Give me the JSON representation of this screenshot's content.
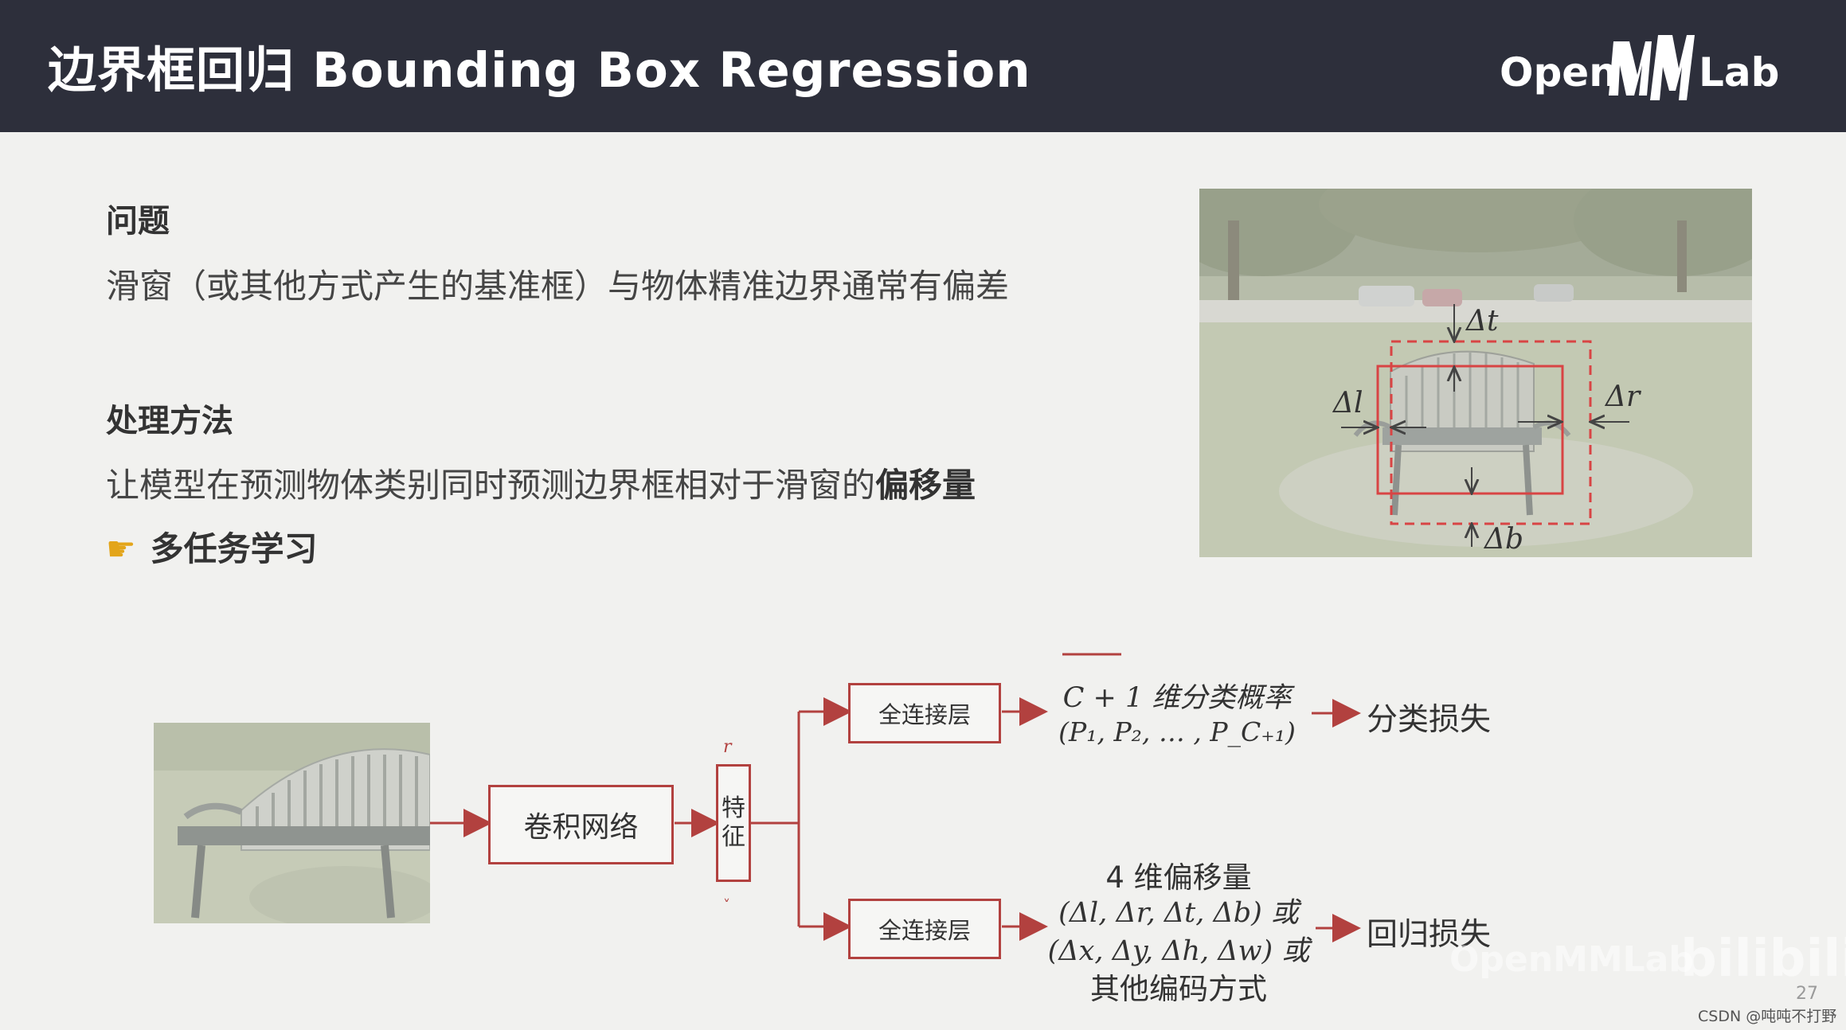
{
  "header": {
    "title": "边界框回归 Bounding Box Regression",
    "logo": {
      "left": "Open",
      "right": "Lab",
      "mark": "MM"
    }
  },
  "problem": {
    "heading": "问题",
    "text": "滑窗（或其他方式产生的基准框）与物体精准边界通常有偏差"
  },
  "method": {
    "heading": "处理方法",
    "text_prefix": "让模型在预测物体类别同时预测边界框相对于滑窗的",
    "text_bold": "偏移量",
    "task": "多任务学习"
  },
  "photo_labels": {
    "dt": "Δt",
    "dl": "Δl",
    "dr": "Δr",
    "db": "Δb"
  },
  "diagram": {
    "cnn": "卷积网络",
    "feature_top": "特",
    "feature_bottom": "征",
    "fc_top": "全连接层",
    "fc_bottom": "全连接层",
    "cls_line1": "C + 1 维分类概率",
    "cls_line2": "(P₁, P₂, … , P_C₊₁)",
    "reg_line1": "4 维偏移量",
    "reg_line2": "(Δl, Δr, Δt, Δb) 或",
    "reg_line3": "(Δx, Δy, Δh, Δw) 或",
    "reg_line4": "其他编码方式",
    "cls_loss": "分类损失",
    "reg_loss": "回归损失"
  },
  "footer": {
    "watermark": "OpenMMLab",
    "bilibili": "bilibili",
    "page": "27",
    "csdn": "CSDN @吨吨不打野"
  },
  "colors": {
    "header_bg": "#2d2f3b",
    "accent_red": "#b2413f",
    "background": "#f1f1ef"
  }
}
